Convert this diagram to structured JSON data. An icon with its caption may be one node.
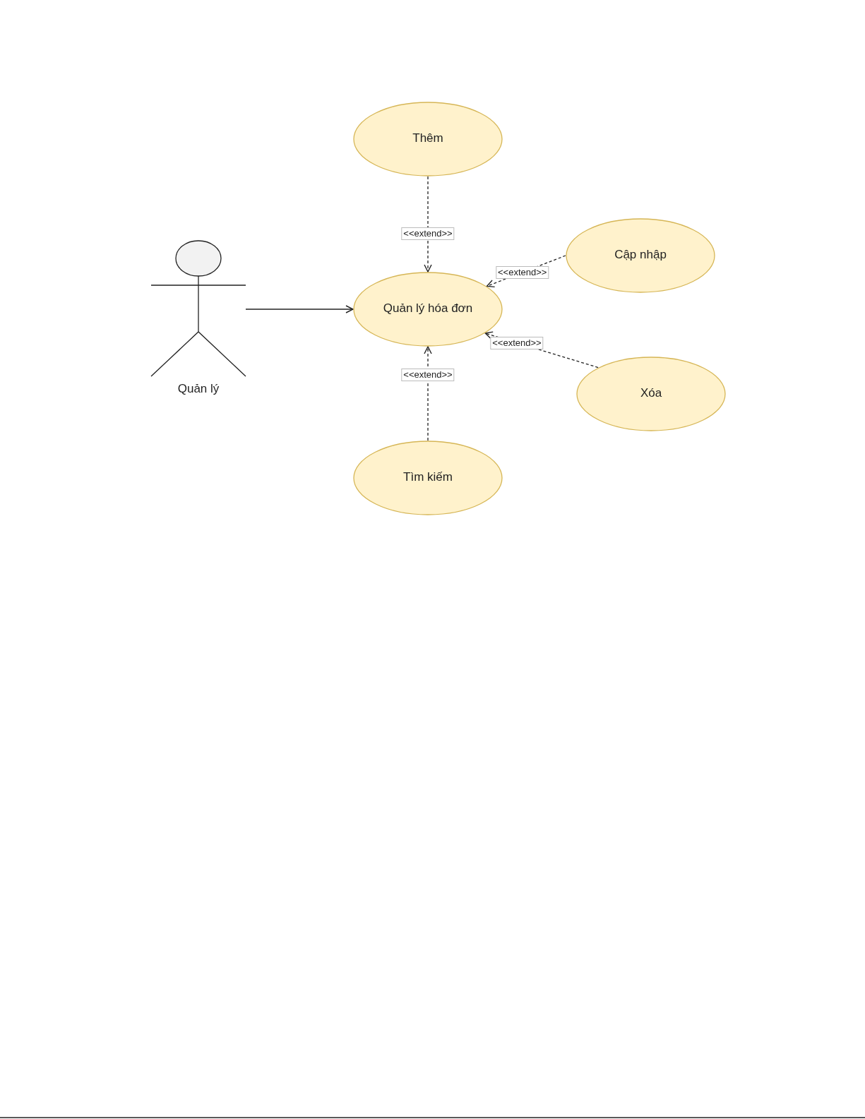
{
  "diagram": {
    "nodes": [
      {
        "text": [
          "Quản lý"
        ]
      },
      {
        "text": [
          "Thêm"
        ]
      },
      {
        "text": [
          "Quản lý hóa đơn"
        ]
      },
      {
        "text": [
          "Cập nhập"
        ]
      },
      {
        "text": [
          "Xóa"
        ]
      },
      {
        "text": [
          "Tìm kiếm"
        ]
      }
    ],
    "edges": [
      {
        "from": 0,
        "to": 2,
        "arrow": "to"
      },
      {
        "from": 1,
        "to": 2,
        "arrow": "to",
        "style": "dashed",
        "label": "<<extend>>"
      },
      {
        "from": 3,
        "to": 2,
        "arrow": "to",
        "style": "dashed",
        "label": "<<extend>>"
      },
      {
        "from": 4,
        "to": 2,
        "arrow": "to",
        "style": "dashed",
        "label": "<<extend>>"
      },
      {
        "from": 5,
        "to": 2,
        "arrow": "to",
        "style": "dashed",
        "label": "<<extend>>"
      }
    ]
  }
}
